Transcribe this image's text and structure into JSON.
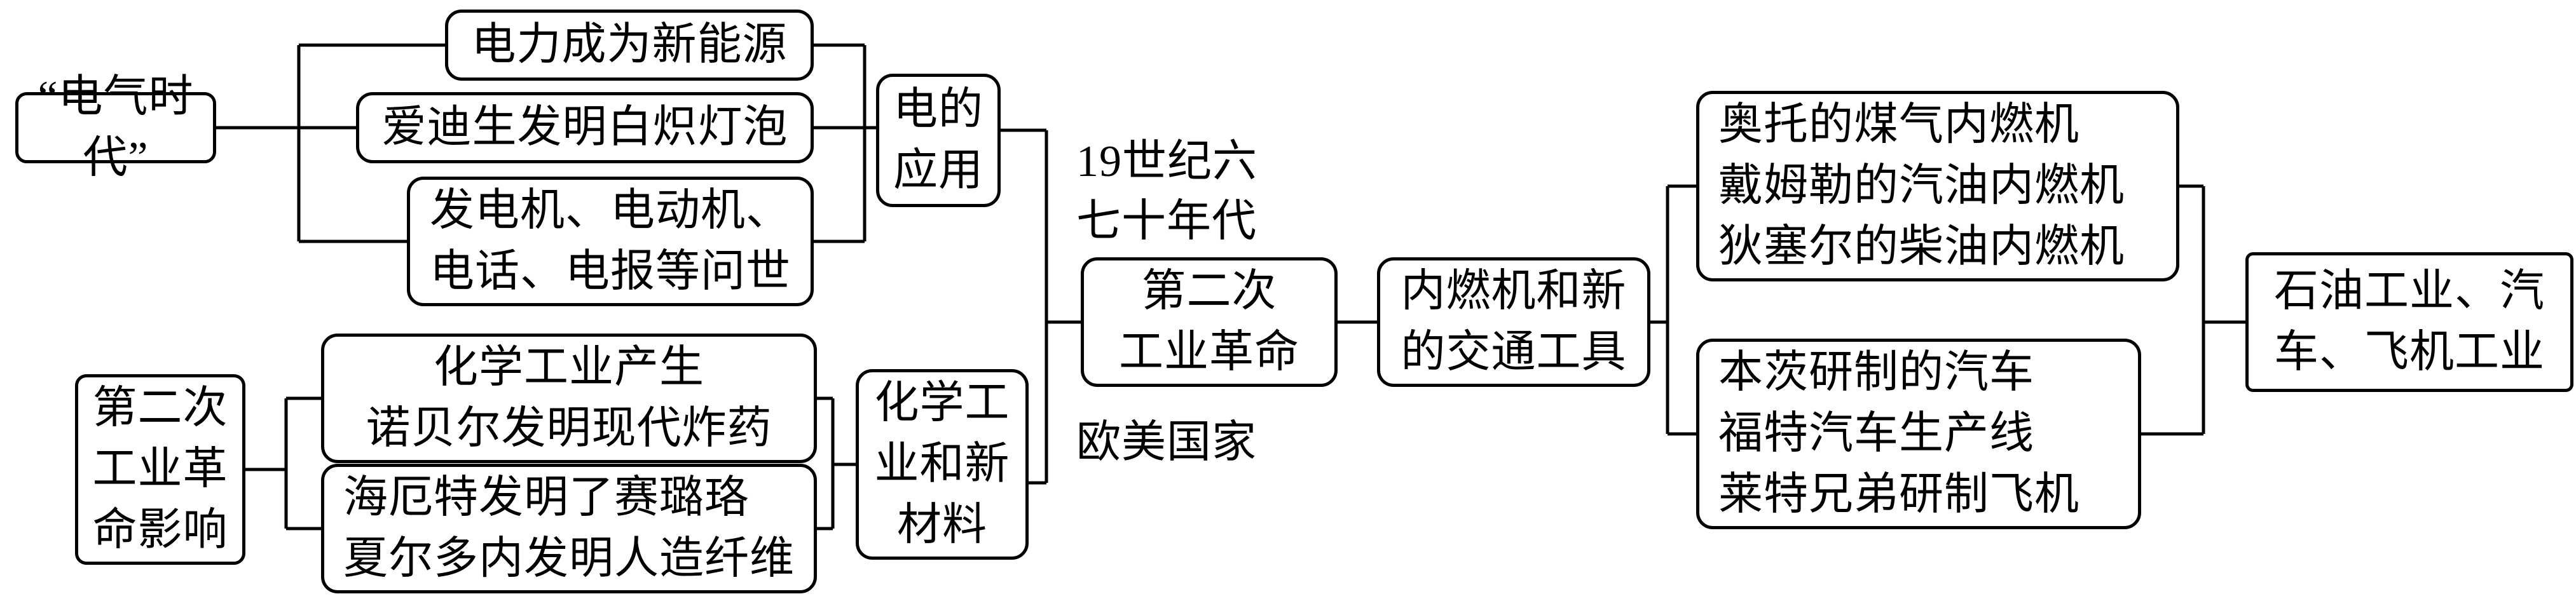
{
  "colors": {
    "background": "#ffffff",
    "line": "#000000",
    "text": "#000000"
  },
  "nodes": {
    "electrical_age": {
      "text": "“电气时代”"
    },
    "electricity_new_energy": {
      "text": "电力成为新能源"
    },
    "edison_bulb": {
      "text": "爱迪生发明白炽灯泡"
    },
    "generator_motor_telephone_telegraph": {
      "text": "发电机、电动机、\n电话、电报等问世"
    },
    "electricity_application": {
      "text": "电的\n应用"
    },
    "period_label": {
      "text": "19世纪六\n七十年代"
    },
    "second_industrial_revolution": {
      "text": "第二次\n工业革命"
    },
    "western_countries": {
      "text": "欧美国家"
    },
    "revolution_impact": {
      "text": "第二次\n工业革\n命影响"
    },
    "chemical_industry_nobel": {
      "text": "化学工业产生\n诺贝尔发明现代炸药"
    },
    "hyatt_chardonnet": {
      "text": "海厄特发明了赛璐珞\n夏尔多内发明人造纤维"
    },
    "chemical_new_materials": {
      "text": "化学工\n业和新\n材料"
    },
    "ice_new_transport": {
      "text": "内燃机和新\n的交通工具"
    },
    "engines": {
      "text": "奥托的煤气内燃机\n戴姆勒的汽油内燃机\n狄塞尔的柴油内燃机"
    },
    "vehicles": {
      "text": "本茨研制的汽车\n福特汽车生产线\n莱特兄弟研制飞机"
    },
    "petroleum_auto_aircraft": {
      "text": "石油工业、汽\n车、飞机工业"
    }
  }
}
